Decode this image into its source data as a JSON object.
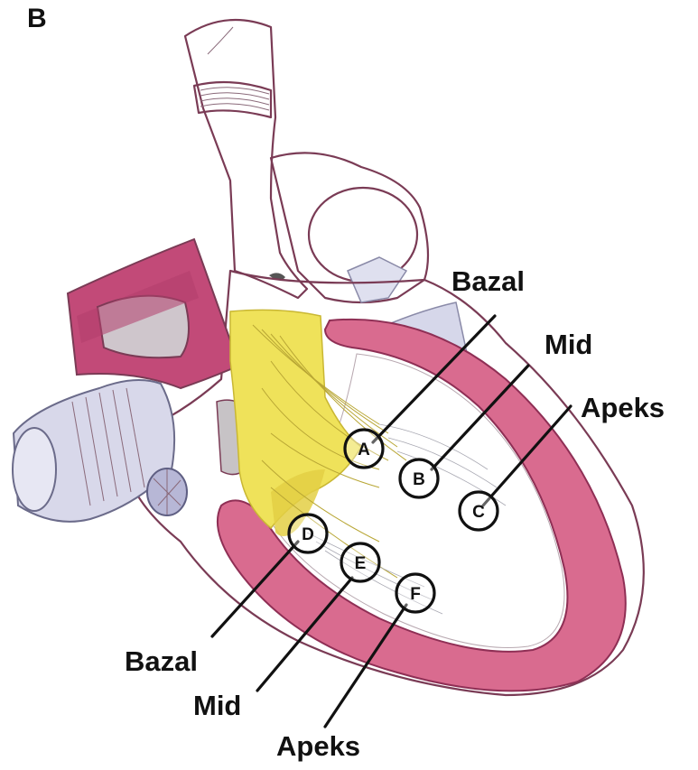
{
  "panel_label": "B",
  "callouts": {
    "upper": {
      "bazal": "Bazal",
      "mid": "Mid",
      "apeks": "Apeks"
    },
    "lower": {
      "bazal": "Bazal",
      "mid": "Mid",
      "apeks": "Apeks"
    }
  },
  "markers": {
    "a": "A",
    "b": "B",
    "c": "C",
    "d": "D",
    "e": "E",
    "f": "F"
  },
  "colors": {
    "myocardium": "#d96b8f",
    "muscle_dark": "#c24a78",
    "chordae_yellow": "#efe25a",
    "vessel_lavender": "#d8d8ea",
    "outline": "#7a3b55"
  }
}
